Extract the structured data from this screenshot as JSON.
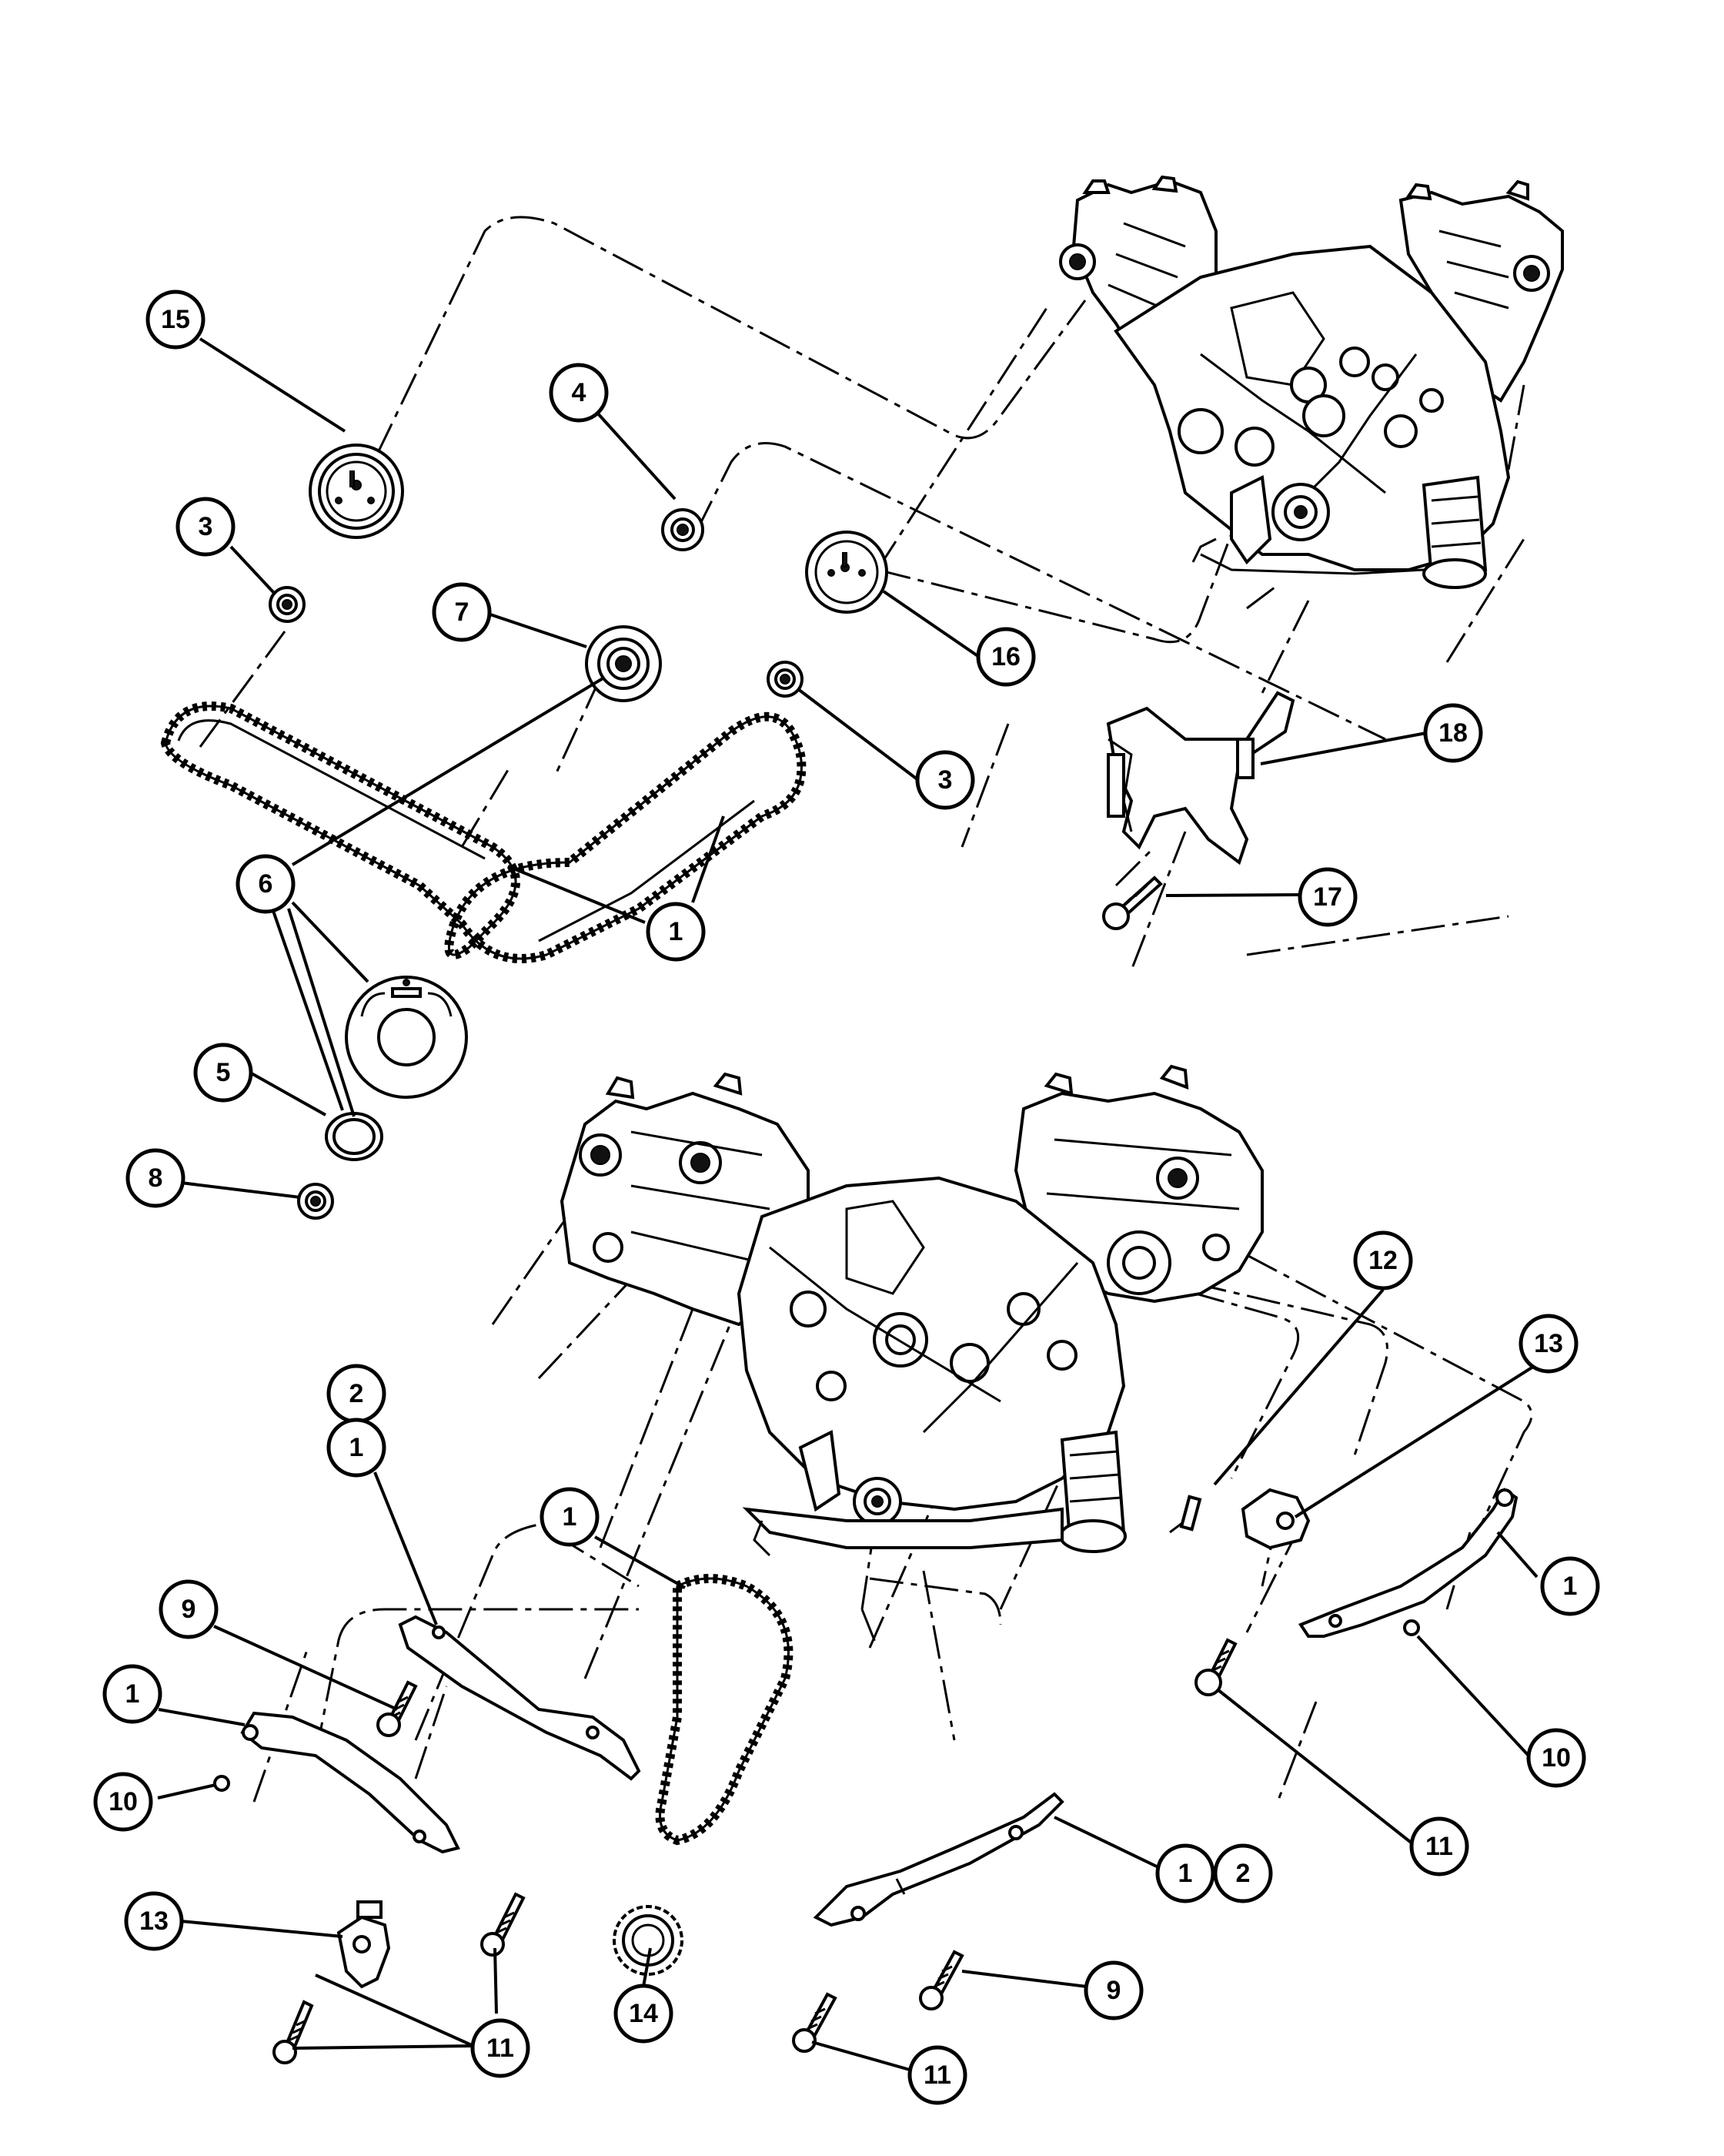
{
  "callouts": [
    {
      "id": "c15",
      "label": "15"
    },
    {
      "id": "c4",
      "label": "4"
    },
    {
      "id": "c3a",
      "label": "3"
    },
    {
      "id": "c7",
      "label": "7"
    },
    {
      "id": "c16",
      "label": "16"
    },
    {
      "id": "c3b",
      "label": "3"
    },
    {
      "id": "c18",
      "label": "18"
    },
    {
      "id": "c6",
      "label": "6"
    },
    {
      "id": "c1a",
      "label": "1"
    },
    {
      "id": "c17",
      "label": "17"
    },
    {
      "id": "c5",
      "label": "5"
    },
    {
      "id": "c8",
      "label": "8"
    },
    {
      "id": "c12",
      "label": "12"
    },
    {
      "id": "c13a",
      "label": "13"
    },
    {
      "id": "c2a",
      "label": "2"
    },
    {
      "id": "c1b",
      "label": "1"
    },
    {
      "id": "c1c",
      "label": "1"
    },
    {
      "id": "c9a",
      "label": "9"
    },
    {
      "id": "c1d",
      "label": "1"
    },
    {
      "id": "c1e",
      "label": "1"
    },
    {
      "id": "c10a",
      "label": "10"
    },
    {
      "id": "c10b",
      "label": "10"
    },
    {
      "id": "c11a",
      "label": "11"
    },
    {
      "id": "c1f",
      "label": "1"
    },
    {
      "id": "c2b",
      "label": "2"
    },
    {
      "id": "c13b",
      "label": "13"
    },
    {
      "id": "c9b",
      "label": "9"
    },
    {
      "id": "c14",
      "label": "14"
    },
    {
      "id": "c11b",
      "label": "11"
    },
    {
      "id": "c11c",
      "label": "11"
    }
  ]
}
